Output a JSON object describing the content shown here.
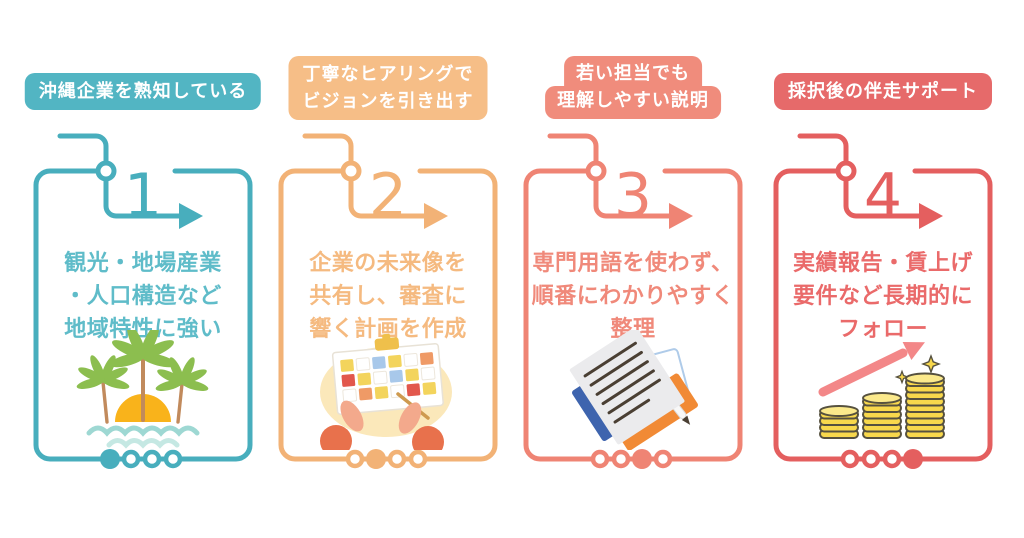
{
  "page": {
    "background": "#ffffff",
    "type": "four-step-feature-infographic"
  },
  "cards": [
    {
      "number": "1",
      "badge_lines": [
        "沖縄企業を熟知している"
      ],
      "body_lines": [
        "観光・地場産業",
        "・人口構造など",
        "地域特性に強い"
      ],
      "illustration": "palm-island",
      "color": "#48AEBD",
      "badge_color": "#52B5C3",
      "text_color": "#5FBCC9",
      "active_dot_index": 0
    },
    {
      "number": "2",
      "badge_lines": [
        "丁寧なヒアリングで",
        "ビジョンを引き出す"
      ],
      "body_lines": [
        "企業の未来像を",
        "共有し、審査に",
        "響く計画を作成"
      ],
      "illustration": "planning-board-hands",
      "color": "#F2B276",
      "badge_color": "#F6BE87",
      "text_color": "#F5BA80",
      "active_dot_index": 1
    },
    {
      "number": "3",
      "badge_lines": [
        "若い担当でも",
        "理解しやすい説明"
      ],
      "body_lines": [
        "専門用語を使わず、",
        "順番にわかりやすく",
        "整理"
      ],
      "illustration": "documents-stack",
      "color": "#EF8474",
      "badge_color": "#F08C7C",
      "text_color": "#F0897A",
      "active_dot_index": 2
    },
    {
      "number": "4",
      "badge_lines": [
        "採択後の伴走サポート"
      ],
      "body_lines": [
        "実績報告・賃上げ",
        "要件など長期的に",
        "フォロー"
      ],
      "illustration": "coins-growth-arrow",
      "color": "#E45F5F",
      "badge_color": "#E66A6A",
      "text_color": "#EA6A6A",
      "active_dot_index": 3
    }
  ]
}
